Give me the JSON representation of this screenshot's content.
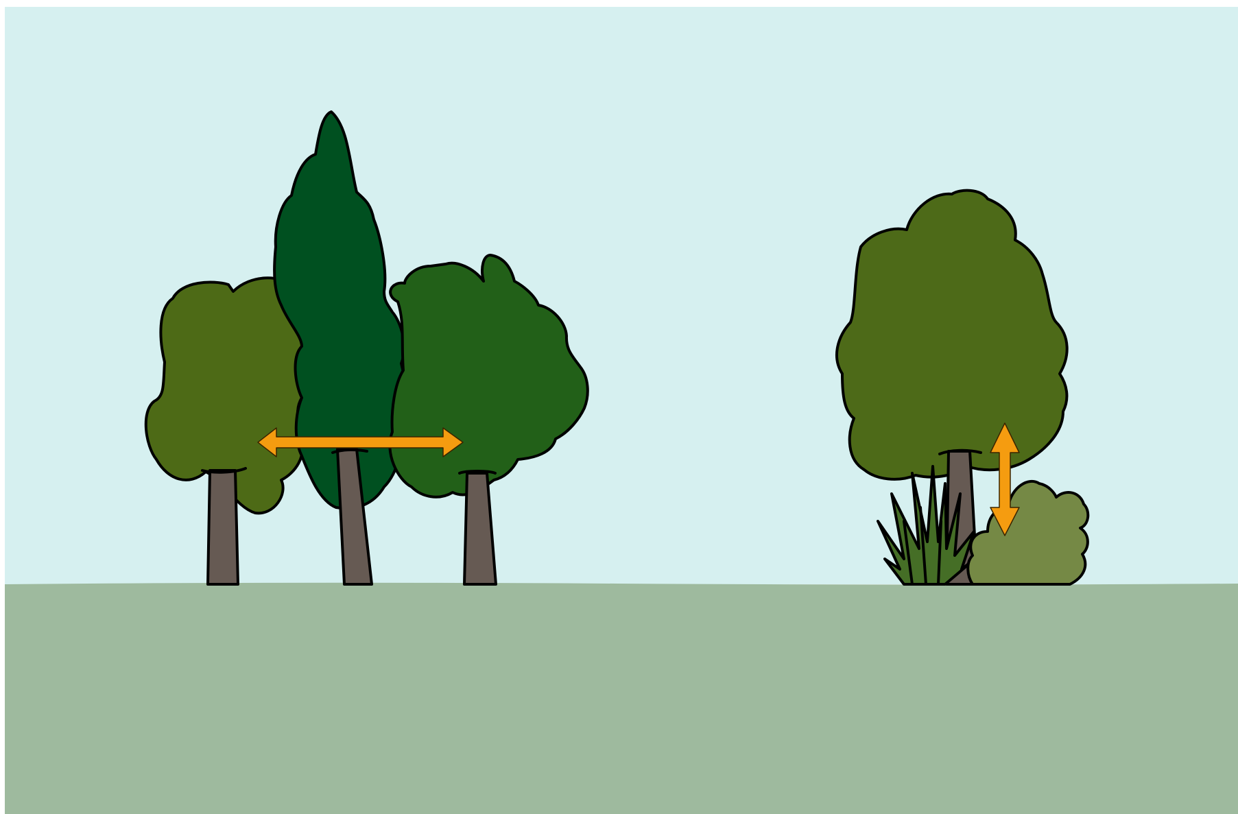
{
  "colors": {
    "sky": "#d6f0f0",
    "ground": "#9eba9e",
    "trunk": "#665a53",
    "outline": "#000000",
    "tree_olive": "#4d6a16",
    "tree_dark": "#005020",
    "tree_mid": "#226018",
    "tree_right": "#4d6a18",
    "shrub": "#758945",
    "grass": "#456e26",
    "arrow": "#f59c10"
  },
  "scene": {
    "left_group": {
      "trees": [
        {
          "kind": "broadleaf",
          "color": "olive green",
          "icon": "deciduous-tree-icon"
        },
        {
          "kind": "columnar conifer",
          "color": "dark green",
          "icon": "conifer-tree-icon"
        },
        {
          "kind": "broadleaf",
          "color": "medium green",
          "icon": "deciduous-tree-icon"
        }
      ],
      "arrow": {
        "orientation": "horizontal",
        "icon": "double-headed-arrow-icon"
      }
    },
    "right_group": {
      "tree": {
        "kind": "broadleaf",
        "color": "olive green",
        "icon": "deciduous-tree-icon"
      },
      "grass": {
        "kind": "tussock grass",
        "icon": "grass-icon"
      },
      "shrub": {
        "kind": "shrub",
        "icon": "shrub-icon"
      },
      "arrow": {
        "orientation": "vertical",
        "icon": "double-headed-arrow-icon"
      }
    }
  }
}
